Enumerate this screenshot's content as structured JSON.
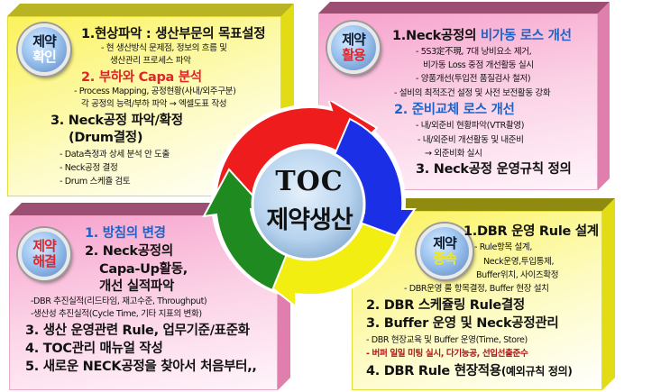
{
  "center": {
    "title_line1": "TOC",
    "title_line2": "제약생산",
    "arrow_colors": {
      "red": "#ee1c1c",
      "blue": "#1b2fe6",
      "yellow": "#f2ee12",
      "green": "#1f8a1f"
    },
    "inner_color": "#b7d3ee"
  },
  "quadrants": {
    "identify": {
      "badge_line1": "제약",
      "badge_line2": "확인",
      "badge_line2_color": "#ffffff",
      "items": [
        {
          "text": "1.현상파악 : 생산부문의 목표설정",
          "style": "heading"
        },
        {
          "text": "- 현 생산방식 문제점, 정보의 흐름 및",
          "style": "sub"
        },
        {
          "text": "생산관리 프로세스 파악",
          "style": "sub"
        },
        {
          "text": "2. 부하와 Capa 분석",
          "style": "heading-red"
        },
        {
          "text": "- Process Mapping, 공정현황(사내/외주구분)",
          "style": "sub"
        },
        {
          "text": "각 공정의 능력/부하 파악 → 엑셀도표 작성",
          "style": "sub"
        },
        {
          "text": "3. Neck공정 파악/확정",
          "style": "heading"
        },
        {
          "text": "(Drum결정)",
          "style": "heading"
        },
        {
          "text": "- Data측정과 상세 분석 안 도출",
          "style": "sub"
        },
        {
          "text": "- Neck공정 결정",
          "style": "sub"
        },
        {
          "text": "- Drum 스케쥴 검토",
          "style": "sub"
        }
      ]
    },
    "exploit": {
      "badge_line1": "제약",
      "badge_line2": "활용",
      "badge_line2_color": "#e0242a",
      "items": [
        {
          "text": "1.Neck공정의 ",
          "style": "heading"
        },
        {
          "text": "비가동 로스 개선",
          "style": "heading-blue"
        },
        {
          "text": "- 5S3定不現, 7대 낭비요소 제거,",
          "style": "sub"
        },
        {
          "text": "비가동 Loss 중점 개선활동 실시",
          "style": "sub"
        },
        {
          "text": "- 양품개선(투입전 품질검사 철저)",
          "style": "sub"
        },
        {
          "text": "- 설비의 최적조건 설정 및 사전 보전활동 강화",
          "style": "sub"
        },
        {
          "text": "2. 준비교체 로스 개선",
          "style": "heading-blue"
        },
        {
          "text": "- 내/외준비 현황파악(VTR촬영)",
          "style": "sub"
        },
        {
          "text": "- 내/외준비 개선활동 및 내준비",
          "style": "sub"
        },
        {
          "text": "→ 외준비화 실시",
          "style": "sub"
        },
        {
          "text": "3. Neck공정 운영규칙 정의",
          "style": "heading"
        }
      ]
    },
    "elevate": {
      "badge_line1": "제약",
      "badge_line2": "해결",
      "badge_line1_color": "#e0242a",
      "badge_line2_color": "#e0242a",
      "items": [
        {
          "text": "1. 방침의 변경",
          "style": "heading-blue"
        },
        {
          "text": "2. Neck공정의",
          "style": "heading"
        },
        {
          "text": "Capa-Up활동,",
          "style": "heading"
        },
        {
          "text": "개선 실적파악",
          "style": "heading"
        },
        {
          "text": "-DBR 추진실적(리드타임, 재고수준, Throughput)",
          "style": "sub"
        },
        {
          "text": "-생산성 추진실적(Cycle Time, 기타 지표의 변화)",
          "style": "sub"
        },
        {
          "text": "3. 생산 운영관련 Rule, 업무기준/표준화",
          "style": "heading"
        },
        {
          "text": "4. TOC관리 매뉴얼 작성",
          "style": "heading"
        },
        {
          "text": "5. 새로운 NECK공정을 찾아서 처음부터,,",
          "style": "heading"
        }
      ]
    },
    "subordinate": {
      "badge_line1": "제약",
      "badge_line2": "종속",
      "badge_line2_color": "#f2e81a",
      "items": [
        {
          "text": "1.DBR 운영 Rule 설계",
          "style": "heading"
        },
        {
          "text": "- Rule항목 설계,",
          "style": "sub"
        },
        {
          "text": "Neck운영,투입통제,",
          "style": "sub"
        },
        {
          "text": "Buffer위치, 사이즈확정",
          "style": "sub"
        },
        {
          "text": "- DBR운영 룰 항목결정, Buffer 현장 설치",
          "style": "sub"
        },
        {
          "text": "2. DBR 스케쥴링 Rule결정",
          "style": "heading"
        },
        {
          "text": "3. Buffer 운영 및 Neck공정관리",
          "style": "heading"
        },
        {
          "text": "- DBR 현장교육 및 Buffer 운영(Time, Store)",
          "style": "sub"
        },
        {
          "text": "- 버퍼 일일 미팅 실시, 다기능공, 선입선출준수",
          "style": "sub-red"
        },
        {
          "text": "4. DBR Rule 현장적용",
          "style": "heading"
        },
        {
          "text": "(예외규칙 정의)",
          "style": "heading-small"
        }
      ]
    }
  }
}
